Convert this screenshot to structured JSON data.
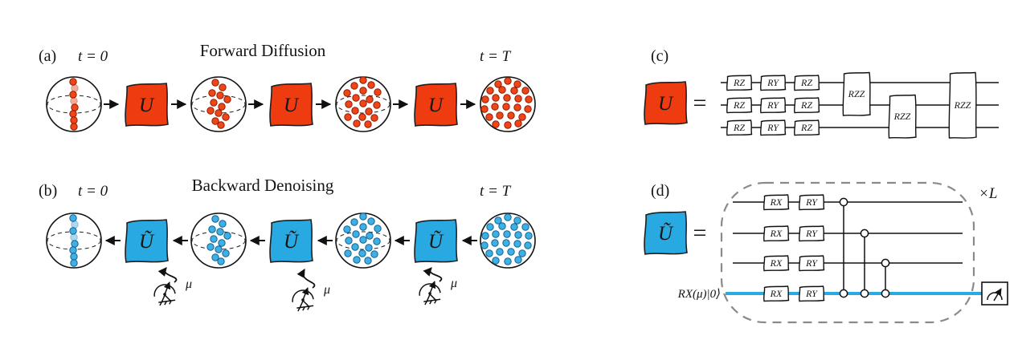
{
  "colors": {
    "forward": "#ee3b10",
    "backward": "#29a9e1",
    "dot_red": "#ef4518",
    "dot_blue": "#3fb0e5",
    "wire_blue": "#29abe2"
  },
  "panel_a": {
    "label": "(a)",
    "time_start": "t = 0",
    "title": "Forward Diffusion",
    "time_end": "t = T",
    "unitary": "U"
  },
  "panel_b": {
    "label": "(b)",
    "time_start": "t = 0",
    "title": "Backward Denoising",
    "time_end": "t = T",
    "unitary": "Ũ",
    "measurement_param": "μ"
  },
  "panel_c": {
    "label": "(c)",
    "unitary": "U",
    "equals": "=",
    "gates": {
      "rz": "RZ",
      "ry": "RY",
      "rzz": "RZZ"
    }
  },
  "panel_d": {
    "label": "(d)",
    "unitary": "Ũ",
    "equals": "=",
    "gates": {
      "rx": "RX",
      "ry": "RY"
    },
    "repeat_label": "×L",
    "ancilla_input": "RX(μ)|0⟩"
  }
}
